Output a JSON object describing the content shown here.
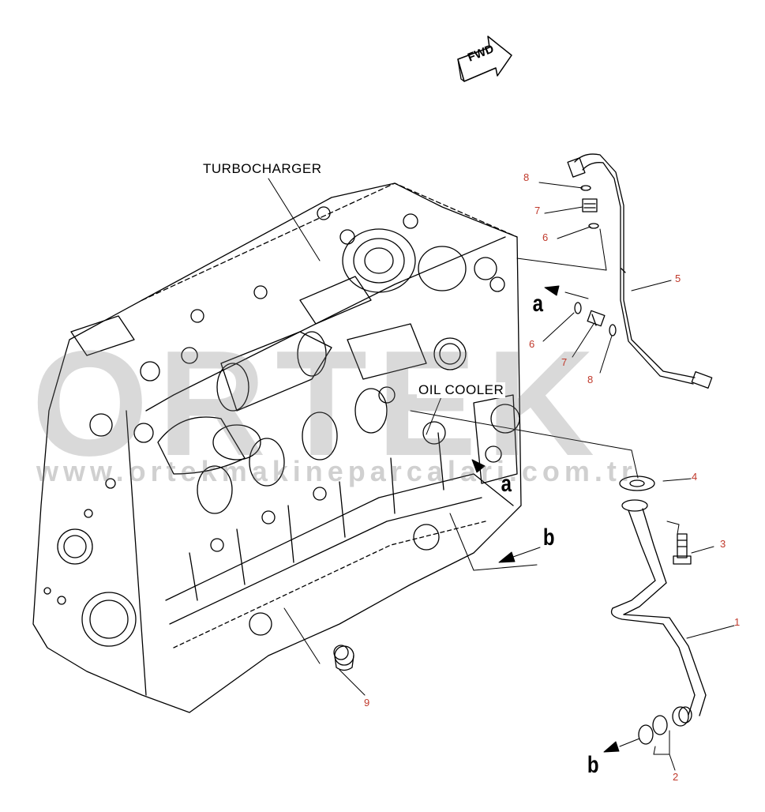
{
  "labels": {
    "turbocharger": "TURBOCHARGER",
    "oil_cooler": "OIL COOLER",
    "fwd": "FWD"
  },
  "arrow_letters": {
    "a_top": "a",
    "a_lower": "a",
    "b_right": "b",
    "b_bottom": "b"
  },
  "part_numbers": {
    "p1": "1",
    "p2": "2",
    "p3": "3",
    "p4": "4",
    "p5": "5",
    "p6_top": "6",
    "p6_mid": "6",
    "p7_top": "7",
    "p7_mid": "7",
    "p8_top": "8",
    "p8_mid": "8",
    "p9": "9"
  },
  "watermark": {
    "word": "ORTEK",
    "url": "www.ortekmakineparcalari.com.tr"
  },
  "colors": {
    "line": "#000000",
    "part_number": "#c0392b",
    "watermark": "#888888"
  }
}
